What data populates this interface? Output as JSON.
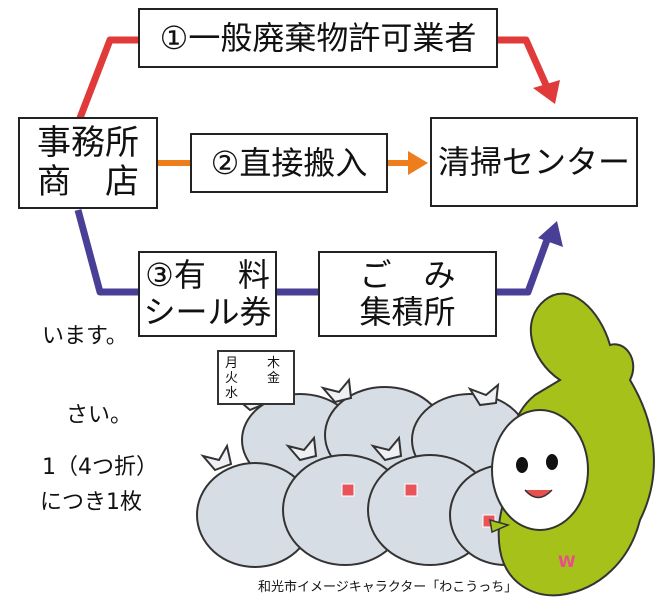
{
  "diagram": {
    "source_box": "事務所\n商　店",
    "route1": "①一般廃棄物許可業者",
    "route2": "②直接搬入",
    "route3": "③有　料\nシール券",
    "collection_point": "ご　み\n集積所",
    "destination": "清掃センター"
  },
  "side_text": {
    "line1": "います。",
    "line2": "さい。",
    "line3": "1（4つ折）",
    "line4": "につき1枚"
  },
  "illustration": {
    "sign_days": [
      "月",
      "火",
      "水",
      "木",
      "金"
    ],
    "caption": "和光市イメージキャラクター「わこうっち」",
    "mascot_letter": "W"
  },
  "colors": {
    "route1_red": "#e03a3a",
    "route2_orange": "#ee7d1c",
    "route3_purple": "#4a3f96",
    "mascot_green": "#a6c11a"
  }
}
